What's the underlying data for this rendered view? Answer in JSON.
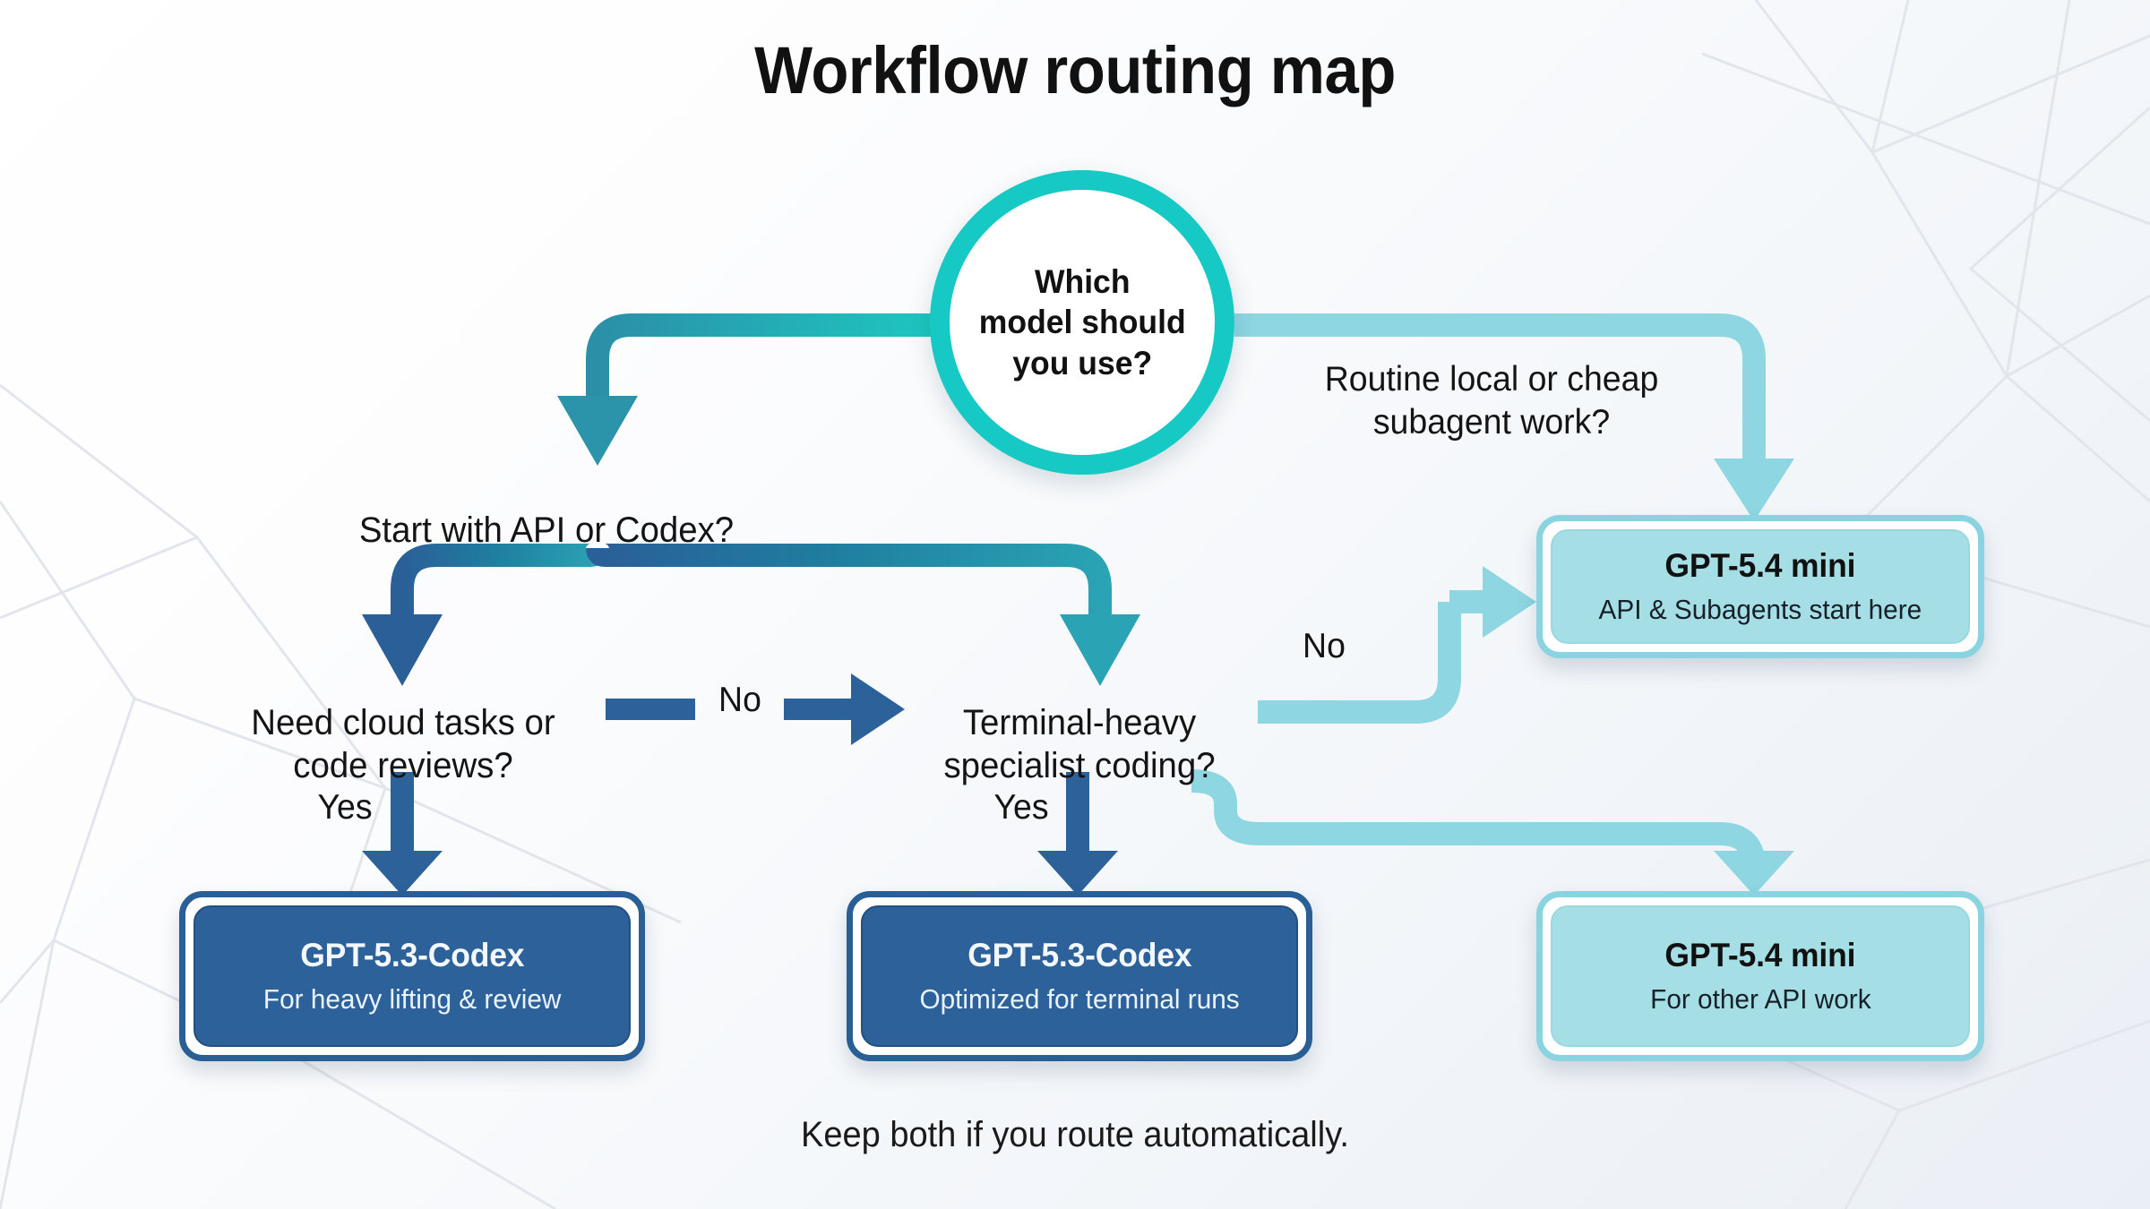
{
  "page": {
    "title": "Workflow routing map",
    "caption": "Keep both if you route automatically."
  },
  "colors": {
    "teal_ring": "#17c9c4",
    "teal_edge": "#2397ae",
    "dark_blue": "#2c619a",
    "light_cyan_edge": "#8ed6e2",
    "light_cyan_fill": "#a5dfe5",
    "text": "#111111",
    "background": "#f4f7fa"
  },
  "root": {
    "id": "root-decision",
    "text": "Which\nmodel should\nyou use?",
    "shape": "circle"
  },
  "decisions": [
    {
      "id": "start-with-api-or-codex",
      "text": "Start with API or Codex?"
    },
    {
      "id": "need-cloud-tasks",
      "text": "Need cloud tasks or\ncode reviews?"
    },
    {
      "id": "terminal-heavy",
      "text": "Terminal-heavy\nspecialist coding?"
    }
  ],
  "edge_labels": [
    {
      "id": "routine-local",
      "text": "Routine local or cheap\nsubagent work?"
    },
    {
      "id": "no-cloud-tasks",
      "text": "No"
    },
    {
      "id": "no-terminal-heavy",
      "text": "No"
    },
    {
      "id": "yes-cloud-tasks",
      "text": "Yes"
    },
    {
      "id": "yes-terminal-heavy",
      "text": "Yes"
    }
  ],
  "terminals": [
    {
      "id": "gpt-53-codex-heavy-lifting",
      "title": "GPT-5.3-Codex",
      "subtitle": "For heavy lifting & review",
      "style": "dark"
    },
    {
      "id": "gpt-53-codex-terminal-runs",
      "title": "GPT-5.3-Codex",
      "subtitle": "Optimized for terminal runs",
      "style": "dark"
    },
    {
      "id": "gpt-54-mini-api-subagents",
      "title": "GPT-5.4 mini",
      "subtitle": "API & Subagents start here",
      "style": "light"
    },
    {
      "id": "gpt-54-mini-other-api",
      "title": "GPT-5.4 mini",
      "subtitle": "For other API work",
      "style": "light"
    }
  ]
}
